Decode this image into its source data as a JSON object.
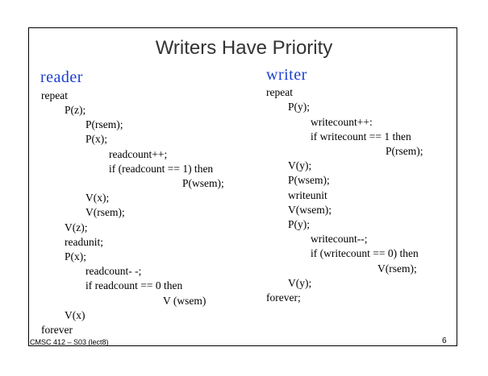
{
  "title": "Writers Have Priority",
  "reader": {
    "heading": "reader",
    "lines": [
      "repeat",
      "P(z);",
      "P(rsem);",
      "P(x);",
      "readcount++;",
      "if (readcount == 1) then",
      "P(wsem);",
      "V(x);",
      "V(rsem);",
      "V(z);",
      "readunit;",
      "P(x);",
      "readcount- -;",
      "if readcount == 0 then",
      "V (wsem)",
      "V(x)",
      "forever"
    ]
  },
  "writer": {
    "heading": "writer",
    "lines": [
      "repeat",
      "P(y);",
      "writecount++:",
      "if writecount == 1 then",
      "P(rsem);",
      "V(y);",
      "P(wsem);",
      "writeunit",
      "V(wsem);",
      "P(y);",
      "writecount--;",
      "if (writecount == 0) then",
      "V(rsem);",
      "V(y);",
      "forever;"
    ]
  },
  "footer": "CMSC 412 – S03  (lect8)",
  "page_number": "6"
}
